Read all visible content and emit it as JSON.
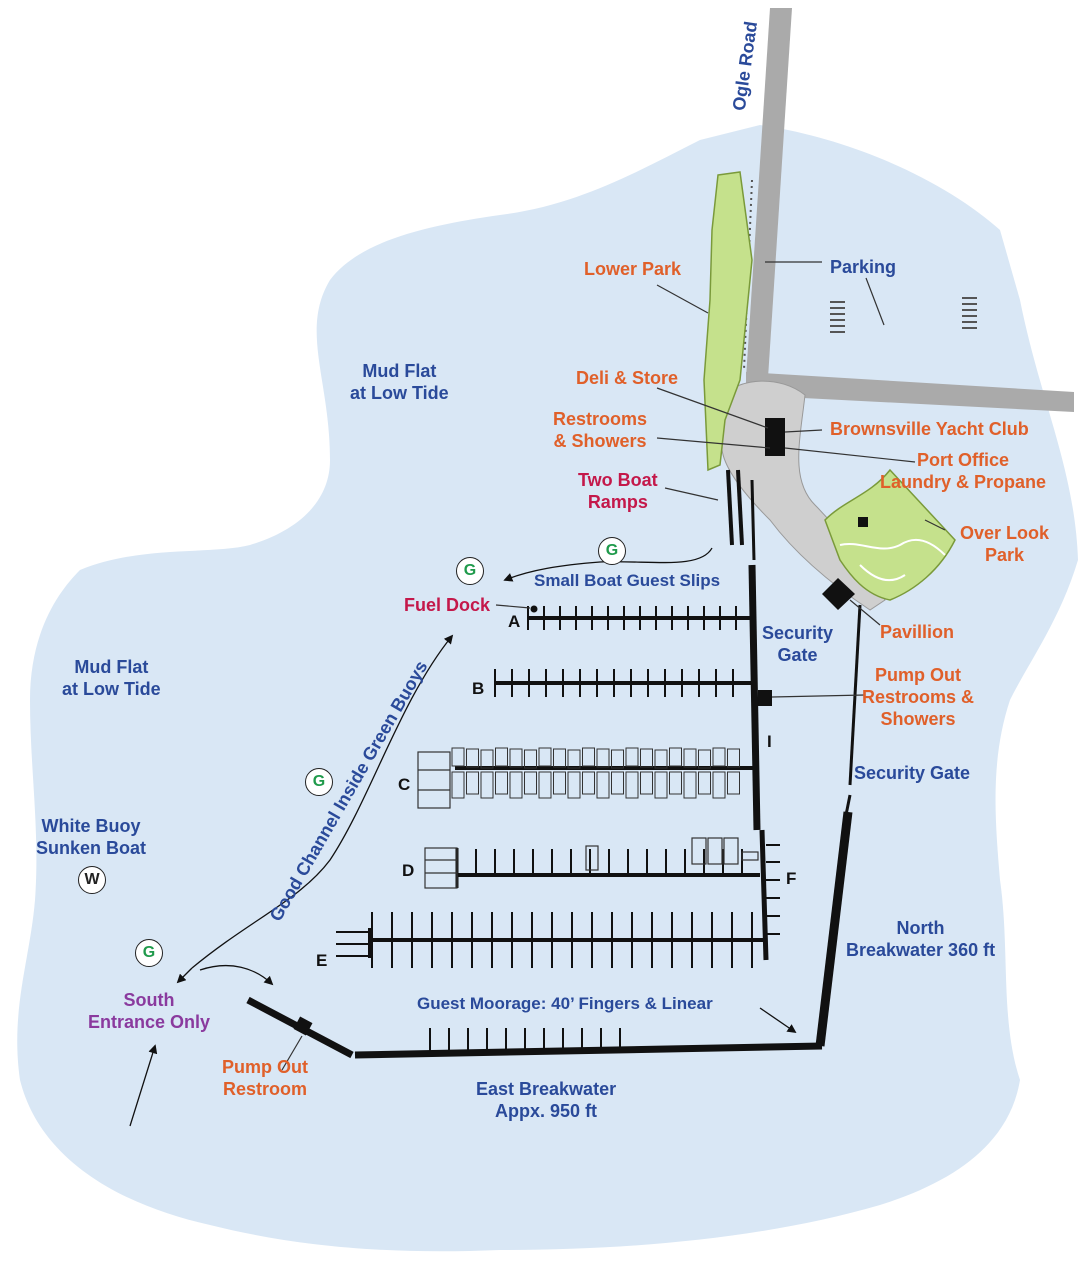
{
  "colors": {
    "water": "#d9e7f5",
    "park": "#c5e18c",
    "road": "#aaaaaa",
    "dock": "#111111",
    "green_buoy": "#1f9a4b"
  },
  "labels": {
    "ogle_road": "Ogle Road",
    "lower_park": "Lower Park",
    "parking": "Parking",
    "mud_flat_1": [
      "Mud Flat",
      "at Low Tide"
    ],
    "mud_flat_2": [
      "Mud Flat",
      "at Low Tide"
    ],
    "deli": "Deli & Store",
    "restrooms": [
      "Restrooms",
      "& Showers"
    ],
    "yacht_club": "Brownsville Yacht Club",
    "port_office": [
      "Port Office",
      "Laundry & Propane"
    ],
    "boat_ramps": [
      "Two Boat",
      "Ramps"
    ],
    "overlook_park": [
      "Over Look",
      "Park"
    ],
    "small_boat_slips": "Small Boat Guest Slips",
    "fuel_dock": "Fuel Dock",
    "security_gate_1": [
      "Security",
      "Gate"
    ],
    "pavillion": "Pavillion",
    "pump_out_1": [
      "Pump Out",
      "Restrooms &",
      "Showers"
    ],
    "security_gate_2": "Security Gate",
    "white_buoy": [
      "White Buoy",
      "Sunken Boat"
    ],
    "good_channel": "Good Channel Inside Green Buoys",
    "north_breakwater": [
      "North",
      "Breakwater 360 ft"
    ],
    "south_entrance": [
      "South",
      "Entrance Only"
    ],
    "guest_moorage": "Guest Moorage: 40’ Fingers & Linear",
    "pump_out_2": [
      "Pump Out",
      "Restroom"
    ],
    "east_breakwater": [
      "East Breakwater",
      "Appx. 950 ft"
    ]
  },
  "docks": [
    "A",
    "B",
    "C",
    "D",
    "E",
    "F",
    "I"
  ],
  "buoys": {
    "green": "G",
    "white": "W"
  }
}
